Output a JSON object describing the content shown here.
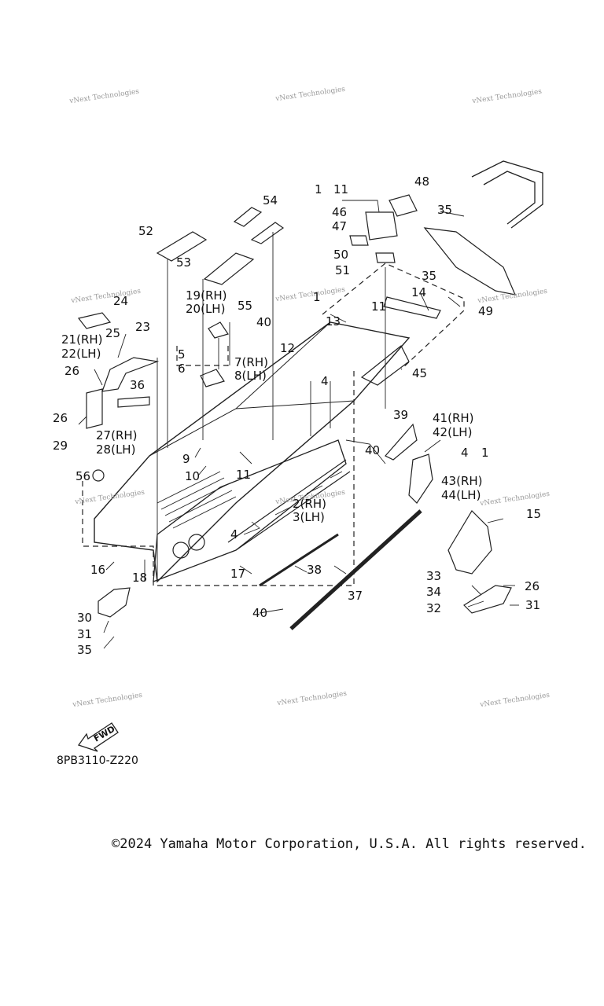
{
  "diagram": {
    "code": "8PB3110-Z220",
    "fwd_label": "FWD",
    "copyright": "©2024 Yamaha Motor Corporation, U.S.A. All rights reserved."
  },
  "watermark": "vNext Technologies",
  "callouts": [
    "1",
    "11",
    "48",
    "54",
    "46",
    "47",
    "35",
    "52",
    "50",
    "51",
    "53",
    "35",
    "1",
    "19(RH)",
    "20(LH)",
    "55",
    "14",
    "24",
    "49",
    "13",
    "23",
    "40",
    "11",
    "25",
    "21(RH)",
    "22(LH)",
    "12",
    "5",
    "7(RH)",
    "8(LH)",
    "6",
    "45",
    "26",
    "36",
    "4",
    "39",
    "26",
    "41(RH)",
    "42(LH)",
    "27(RH)",
    "28(LH)",
    "29",
    "40",
    "4",
    "1",
    "9",
    "56",
    "10",
    "11",
    "43(RH)",
    "44(LH)",
    "2(RH)",
    "3(LH)",
    "15",
    "4",
    "16",
    "18",
    "17",
    "38",
    "33",
    "26",
    "34",
    "30",
    "37",
    "32",
    "31",
    "40",
    "31",
    "35"
  ]
}
